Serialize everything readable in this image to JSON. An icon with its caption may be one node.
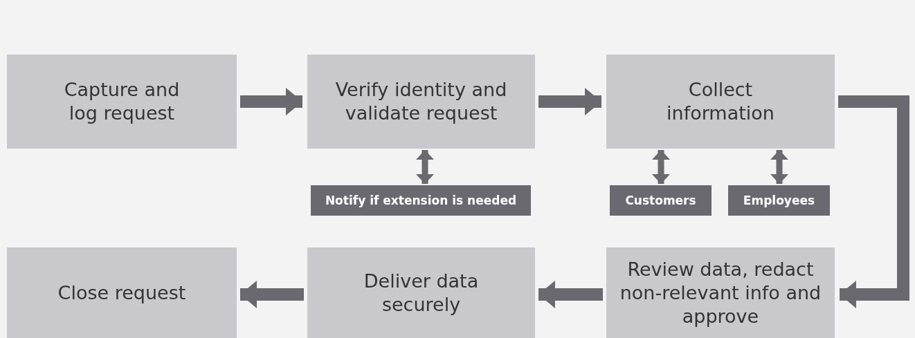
{
  "diagram": {
    "nodes": [
      {
        "text": [
          "Capture and log request"
        ]
      },
      {
        "text": [
          "Verify identity and validate request"
        ]
      },
      {
        "text": [
          "Collect information"
        ]
      },
      {
        "text": [
          "Notify if extension is needed"
        ]
      },
      {
        "text": [
          "Customers"
        ]
      },
      {
        "text": [
          "Employees"
        ]
      },
      {
        "text": [
          "Close request"
        ]
      },
      {
        "text": [
          "Deliver data securely"
        ]
      },
      {
        "text": [
          "Review data, redact non-relevant info and approve"
        ]
      }
    ],
    "edges": [
      {
        "from": 0,
        "to": 1,
        "arrow": "to"
      },
      {
        "from": 1,
        "to": 2,
        "arrow": "to"
      },
      {
        "from": 2,
        "to": 8,
        "arrow": "to"
      },
      {
        "from": 1,
        "to": 3,
        "arrow": "both"
      },
      {
        "from": 2,
        "to": 4,
        "arrow": "both"
      },
      {
        "from": 2,
        "to": 5,
        "arrow": "both"
      },
      {
        "from": 8,
        "to": 7,
        "arrow": "to"
      },
      {
        "from": 7,
        "to": 6,
        "arrow": "to"
      }
    ]
  }
}
